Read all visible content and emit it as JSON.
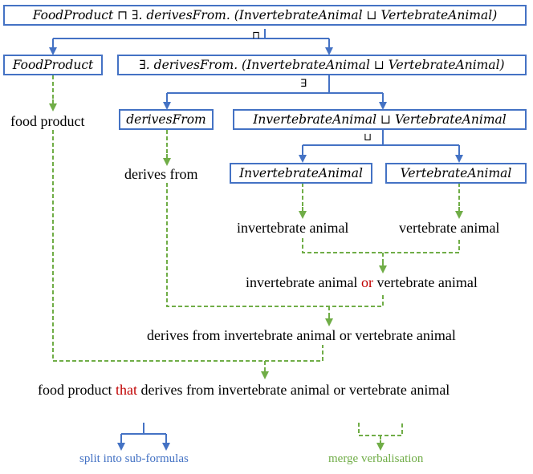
{
  "boxes": {
    "root": "FoodProduct ⊓ ∃. derivesFrom. (InvertebrateAnimal ⊔ VertebrateAnimal)",
    "food_product": "FoodProduct",
    "exists": "∃. derivesFrom. (InvertebrateAnimal ⊔ VertebrateAnimal)",
    "derives_from": "derivesFrom",
    "union": "InvertebrateAnimal ⊔ VertebrateAnimal",
    "invertebrate": "InvertebrateAnimal",
    "vertebrate": "VertebrateAnimal"
  },
  "operators": {
    "and": "⊓",
    "exists": "∃",
    "or": "⊔"
  },
  "verbalisations": {
    "food_product": "food product",
    "derives_from": "derives from",
    "invertebrate": "invertebrate animal",
    "vertebrate": "vertebrate animal",
    "or_part1": "invertebrate animal ",
    "or_word": "or",
    "or_part2": " vertebrate animal",
    "derives_full": "derives from invertebrate animal or vertebrate animal",
    "final_part1": "food product ",
    "final_word": "that",
    "final_part2": " derives from invertebrate animal or vertebrate animal"
  },
  "legend": {
    "split": "split into sub-formulas",
    "merge": "merge verbalisation"
  },
  "colors": {
    "split": "#4472c4",
    "merge": "#70ad47",
    "highlight": "#c00000"
  }
}
